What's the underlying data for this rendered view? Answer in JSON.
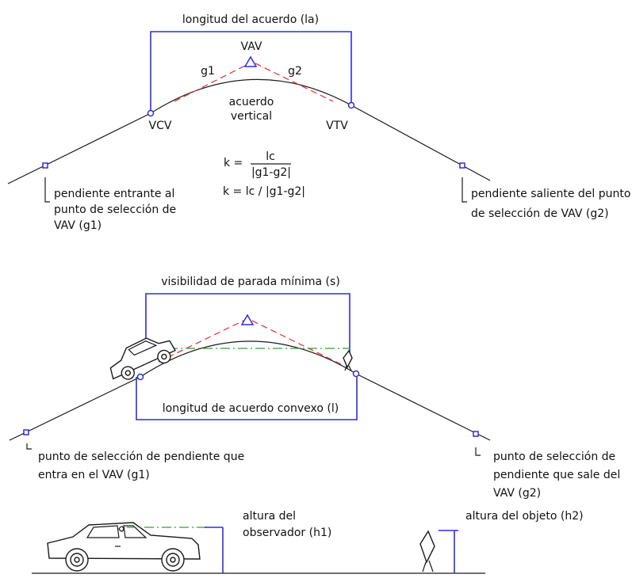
{
  "top": {
    "length_label": "longitud del acuerdo (la)",
    "vav_label": "VAV",
    "g1_label": "g1",
    "g2_label": "g2",
    "curve_label_1": "acuerdo",
    "curve_label_2": "vertical",
    "vcv_label": "VCV",
    "vtv_label": "VTV",
    "formula_k": "k =",
    "formula_num": "lc",
    "formula_den": "|g1-g2|",
    "formula_inline": "k = lc / |g1-g2|",
    "left_note": [
      "pendiente entrante al",
      "punto de selección de",
      "VAV (g1)"
    ],
    "right_note": [
      "pendiente saliente del punto",
      "de selección de VAV (g2)"
    ]
  },
  "bottom": {
    "visibility_label": "visibilidad de parada mínima (s)",
    "convex_label": "longitud de acuerdo convexo (l)",
    "left_note": [
      "punto de selección de pendiente que",
      "entra en el VAV (g1)"
    ],
    "right_note": [
      "punto de selección de",
      "pendiente que sale del",
      "VAV (g2)"
    ]
  },
  "legend": {
    "observer_height": [
      "altura del",
      "observador (h1)"
    ],
    "object_height": "altura del objeto (h2)"
  },
  "colors": {
    "dimension": "#2e2ed8",
    "tangent": "#e23a3a",
    "sight_line": "#2ea02e",
    "road": "#1a1a1a"
  }
}
